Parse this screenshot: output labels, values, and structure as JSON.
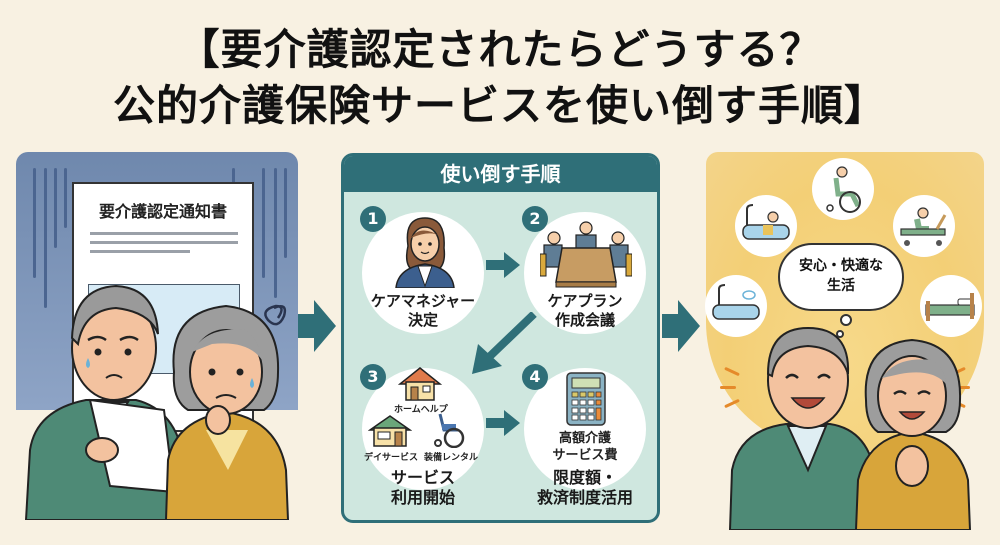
{
  "title": {
    "line1": "【要介護認定されたらどうする？",
    "line2": "公的介護保険サービスを使い倒す手順】"
  },
  "left_scene": {
    "document_title": "要介護認定通知書",
    "mood": "worried-elderly-couple",
    "icons": [
      "notice-document-icon",
      "worried-man-icon",
      "worried-woman-icon",
      "confusion-scribble-icon"
    ]
  },
  "steps_panel": {
    "header": "使い倒す手順",
    "steps": [
      {
        "number": "1",
        "label_line1": "ケアマネジャー",
        "label_line2": "決定",
        "icon": "care-manager-icon"
      },
      {
        "number": "2",
        "label_line1": "ケアプラン",
        "label_line2": "作成会議",
        "icon": "meeting-table-icon"
      },
      {
        "number": "3",
        "label_line1": "サービス",
        "label_line2": "利用開始",
        "icon": "services-icon",
        "sub_items": [
          "ホームヘルプ",
          "デイサービス",
          "装備レンタル"
        ]
      },
      {
        "number": "4",
        "label_line1": "限度額・",
        "label_line2": "救済制度活用",
        "icon": "calculator-icon",
        "sub_line1": "高額介護",
        "sub_line2": "サービス費"
      }
    ],
    "flow": [
      "1→2",
      "2→3",
      "3→4"
    ]
  },
  "right_scene": {
    "thought_line1": "安心・快適な",
    "thought_line2": "生活",
    "mood": "happy-elderly-couple",
    "icons": [
      "bathtub-care-icon",
      "wheelchair-icon",
      "care-bed-icon",
      "bathtub-icon",
      "bed-icon"
    ]
  },
  "colors": {
    "background": "#f8f1e2",
    "teal_accent": "#2f6f78",
    "steps_panel_bg": "#cfe7df",
    "left_panel_bg": "#7b93b8",
    "right_panel_bg": "#f3cf76",
    "man_sweater": "#4e8a76",
    "woman_cardigan": "#d8a53a"
  }
}
